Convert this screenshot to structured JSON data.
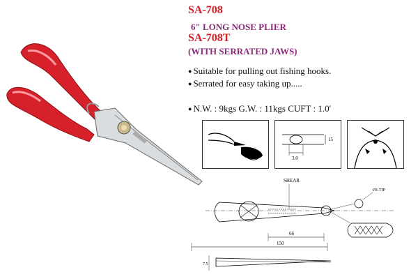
{
  "product": {
    "model": "SA-708",
    "description": "6\" LONG NOSE PLIER",
    "variant_model": "SA-708T",
    "variant_description": "(WITH SERRATED JAWS)"
  },
  "features": [
    "Suitable for pulling out fishing hooks.",
    "Serrated for easy taking up....."
  ],
  "specs": "N.W. : 9kgs G.W. : 11kgs  CUFT : 1.0'",
  "diagram_labels": {
    "panel2_width": "3.0",
    "panel2_height": "15",
    "shear": "SHEAR",
    "tip": "Ø1.TIP",
    "dim_66": "66",
    "dim_150": "150",
    "dim_side": "7.5"
  },
  "colors": {
    "handle": "#d6202a",
    "model_text": "#d6202a",
    "desc_text": "#8a2a7a"
  }
}
